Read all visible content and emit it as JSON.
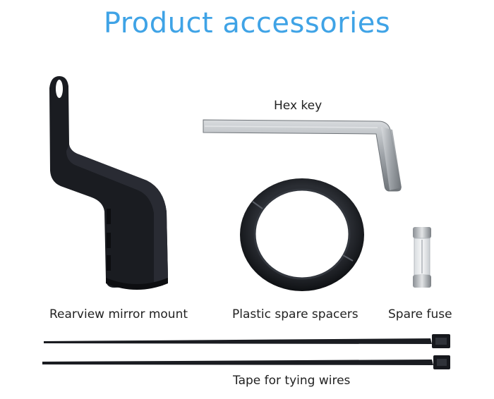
{
  "title": "Product accessories",
  "colors": {
    "title": "#3fa3e6",
    "part_black": "#16181d",
    "metal": "#b9bdc2"
  },
  "items": {
    "hex_key": {
      "label": "Hex key",
      "icon": "hex-key"
    },
    "mirror_mount": {
      "label": "Rearview mirror mount",
      "icon": "mirror-mount"
    },
    "spacers": {
      "label": "Plastic spare spacers",
      "icon": "ring-spacer"
    },
    "fuse": {
      "label": "Spare fuse",
      "icon": "glass-fuse"
    },
    "cable_ties": {
      "label": "Tape for tying wires",
      "icon": "cable-tie"
    }
  }
}
